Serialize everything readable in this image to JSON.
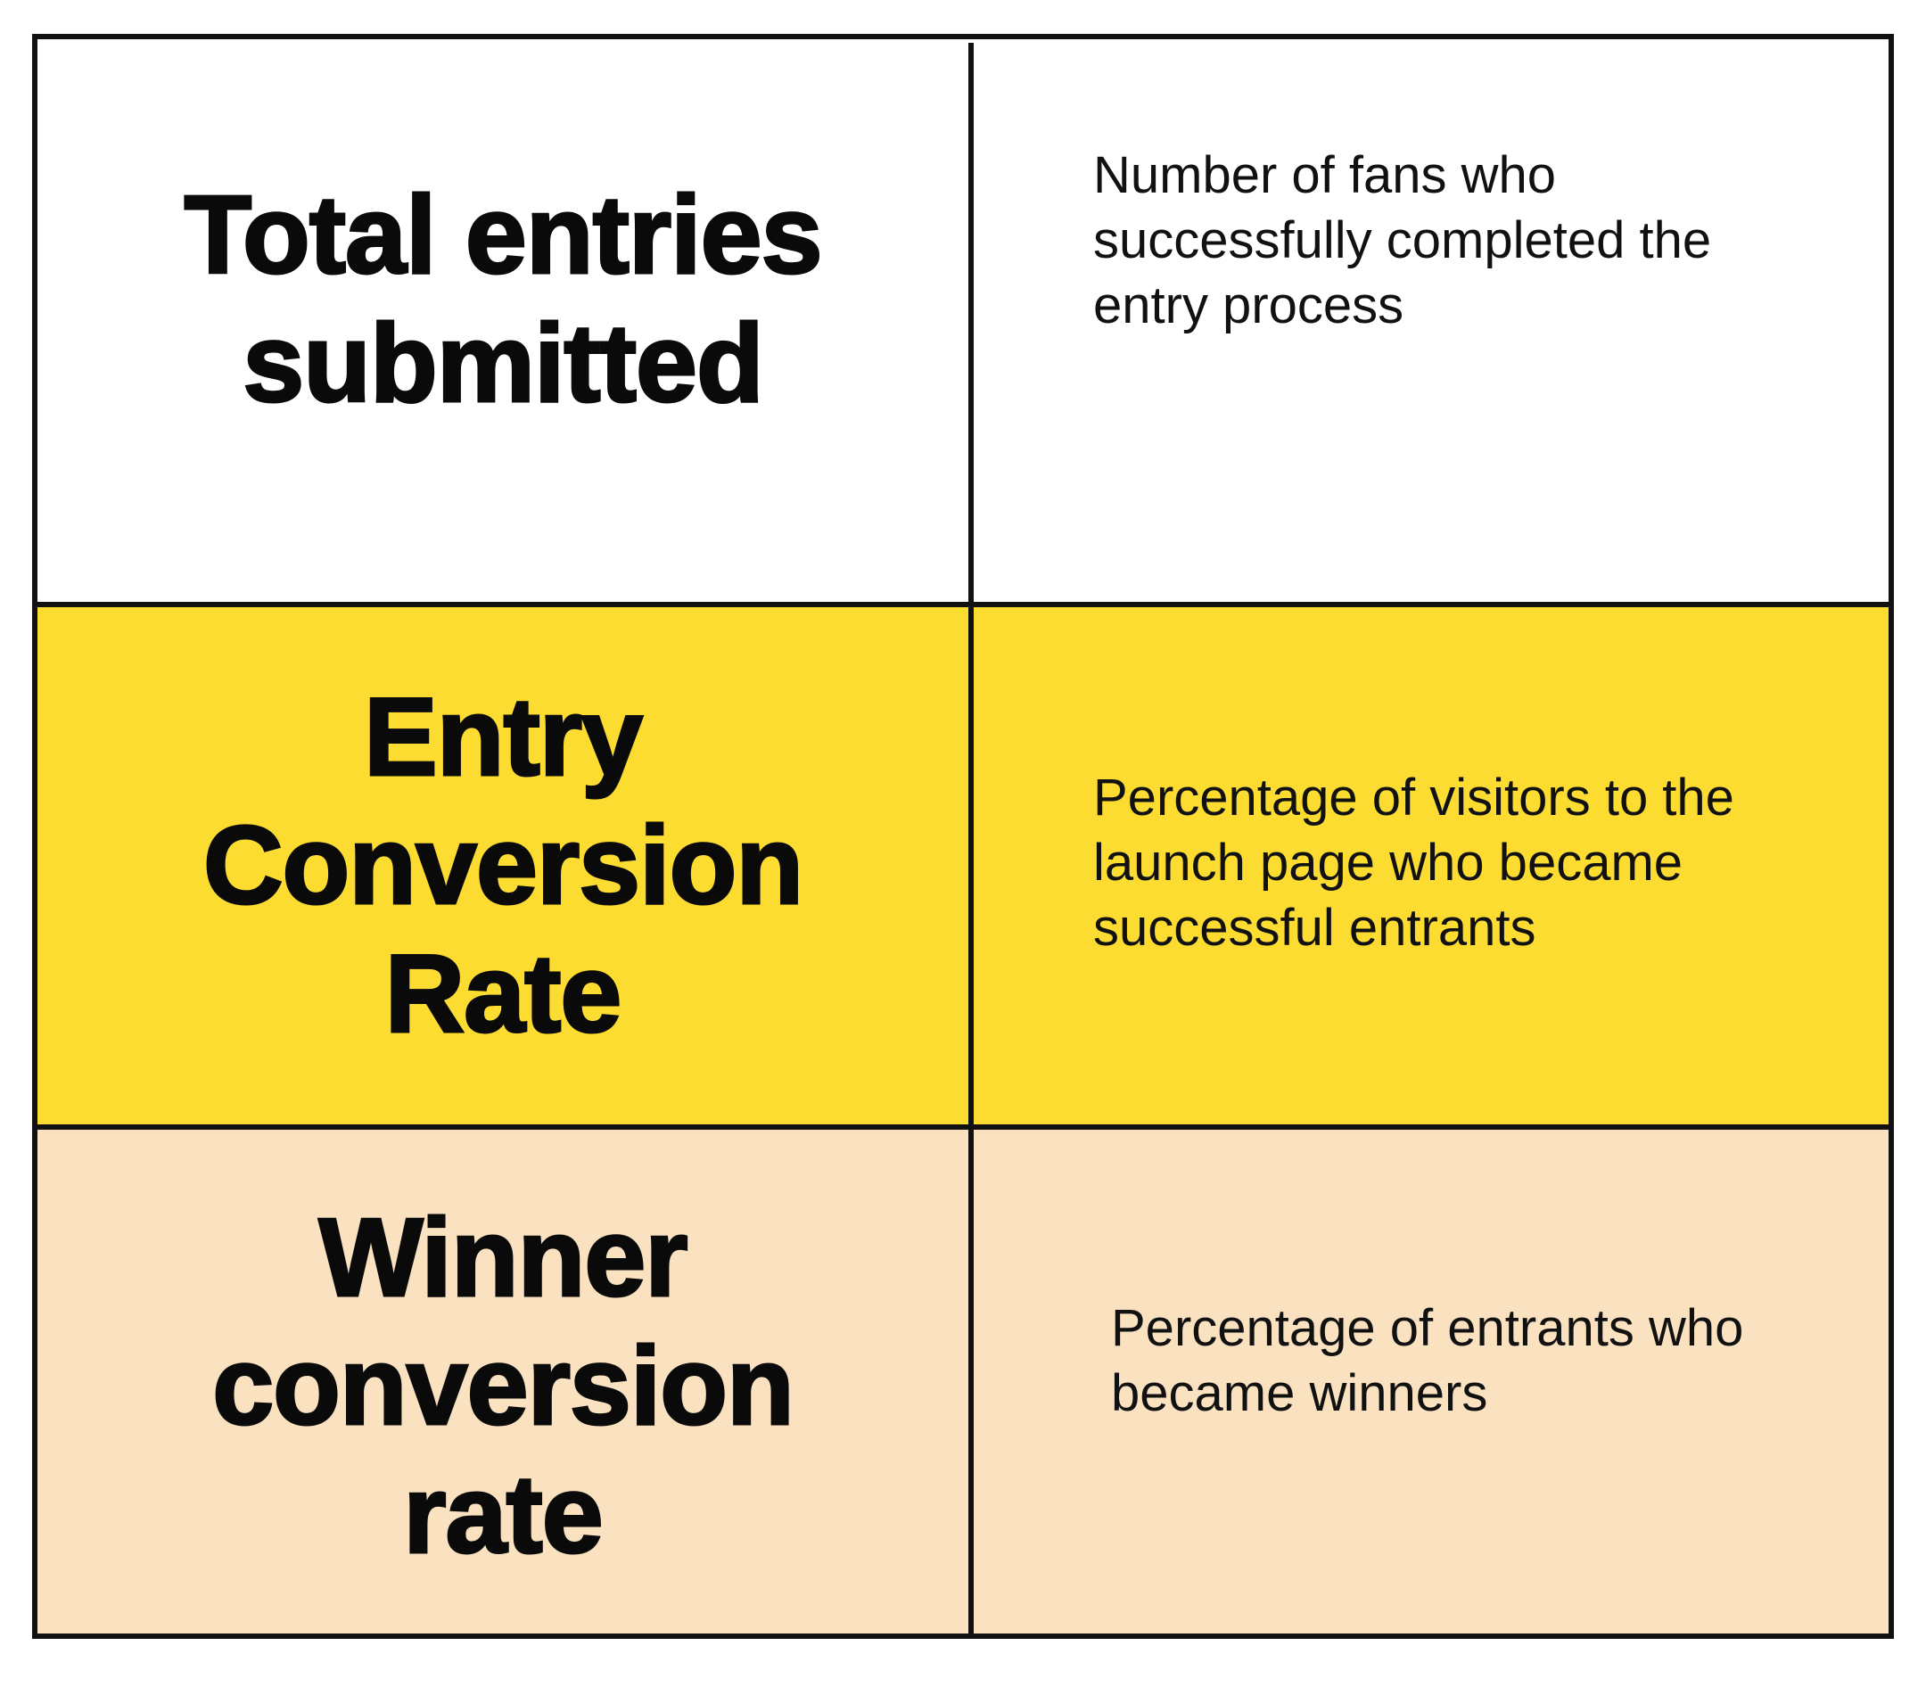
{
  "colors": {
    "border": "#111111",
    "row1_background": "#ffffff",
    "row2_background": "#fddc32",
    "row3_background": "#fae2c0"
  },
  "rows": [
    {
      "term": "Total entries\nsubmitted",
      "description": "Number of fans who\nsuccessfully completed the\nentry process"
    },
    {
      "term": "Entry\nConversion\nRate",
      "description": "Percentage of visitors to the\nlaunch page who became\nsuccessful entrants"
    },
    {
      "term": "Winner\nconversion\nrate",
      "description": "Percentage of entrants who\nbecame winners"
    }
  ]
}
